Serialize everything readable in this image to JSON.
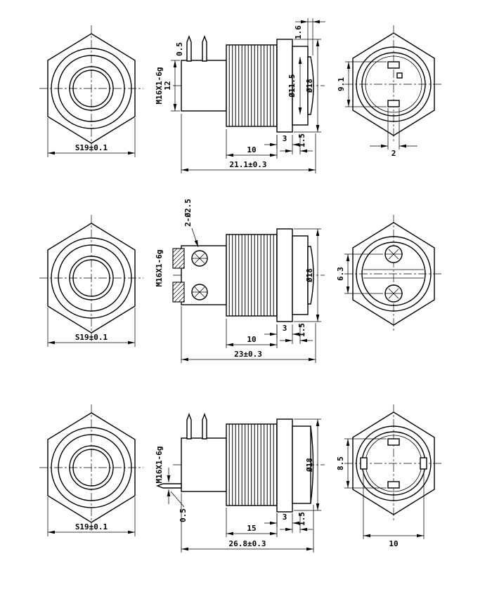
{
  "colors": {
    "background": "#ffffff",
    "line": "#000000"
  },
  "rows": [
    {
      "front": {
        "width_dim": "S19±0.1"
      },
      "side": {
        "thread_spec": "M16X1-6g",
        "housing_dia": "12",
        "pin_thickness": "0.5",
        "button_protrusion": "1.6",
        "button_dia": "Ø11.5",
        "head_dia": "Ø18",
        "flange_thk": "3",
        "thread_len": "10",
        "lip": "1.5",
        "total_len": "21.1±0.3"
      },
      "back": {
        "pin_span": "9.1",
        "pin_width": "2"
      }
    },
    {
      "front": {
        "width_dim": "S19±0.1"
      },
      "side": {
        "holes": "2-Ø2.5",
        "thread_spec": "M16X1-6g",
        "head_dia": "Ø18",
        "flange_thk": "3",
        "thread_len": "10",
        "lip": "1.5",
        "total_len": "23±0.3"
      },
      "back": {
        "screw_span": "6.3"
      }
    },
    {
      "front": {
        "width_dim": "S19±0.1"
      },
      "side": {
        "thread_spec": "M16X1-6g",
        "pin_thickness": "0.5",
        "head_dia": "Ø18",
        "flange_thk": "3",
        "thread_len": "15",
        "lip": "1.5",
        "total_len": "26.8±0.3"
      },
      "back": {
        "pin_span_v": "8.5",
        "pin_span_h": "10"
      }
    }
  ]
}
